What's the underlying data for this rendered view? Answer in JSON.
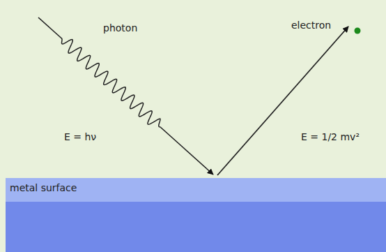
{
  "diagram": {
    "nodes": [
      {
        "text": [
          "metal surface"
        ]
      }
    ],
    "labels": [
      "photon",
      "electron",
      "E = hν",
      "E = 1/2 mv²"
    ]
  }
}
